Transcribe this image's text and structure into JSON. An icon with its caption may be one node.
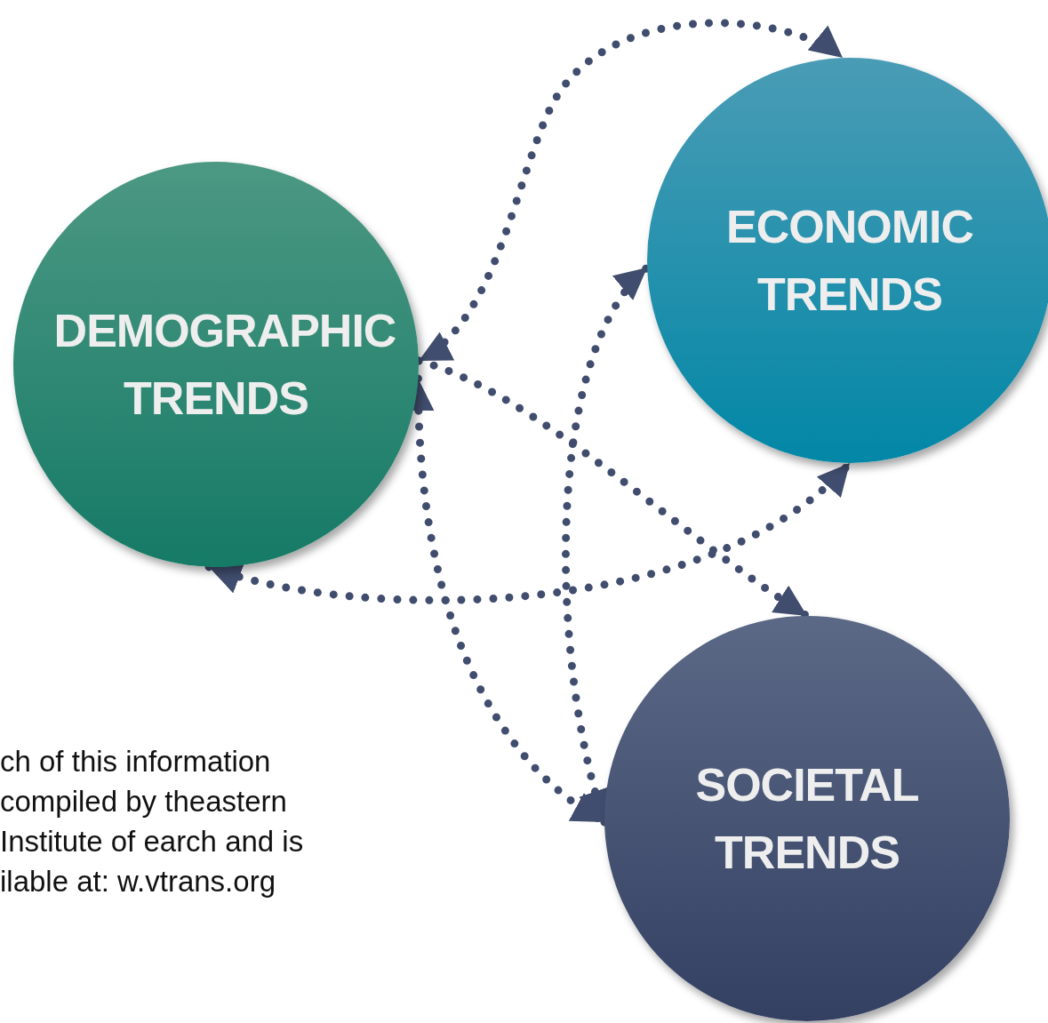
{
  "diagram": {
    "nodes": [
      {
        "text": [
          "DEMOGRAPHIC TRENDS"
        ]
      },
      {
        "text": [
          "ECONOMIC TRENDS"
        ]
      },
      {
        "text": [
          "SOCIETAL TRENDS"
        ]
      }
    ],
    "edges": [
      {
        "from": 0,
        "to": 1,
        "arrow": "both"
      },
      {
        "from": 0,
        "to": 2,
        "arrow": "to"
      },
      {
        "from": 0,
        "to": 2,
        "arrow": "both"
      },
      {
        "from": 2,
        "to": 1,
        "arrow": "both"
      },
      {
        "from": 0,
        "to": 1,
        "arrow": "both"
      }
    ],
    "labels": [
      "ch of this information compiled by theastern Institute of earch and is ilable at: w.vtrans.org"
    ]
  }
}
